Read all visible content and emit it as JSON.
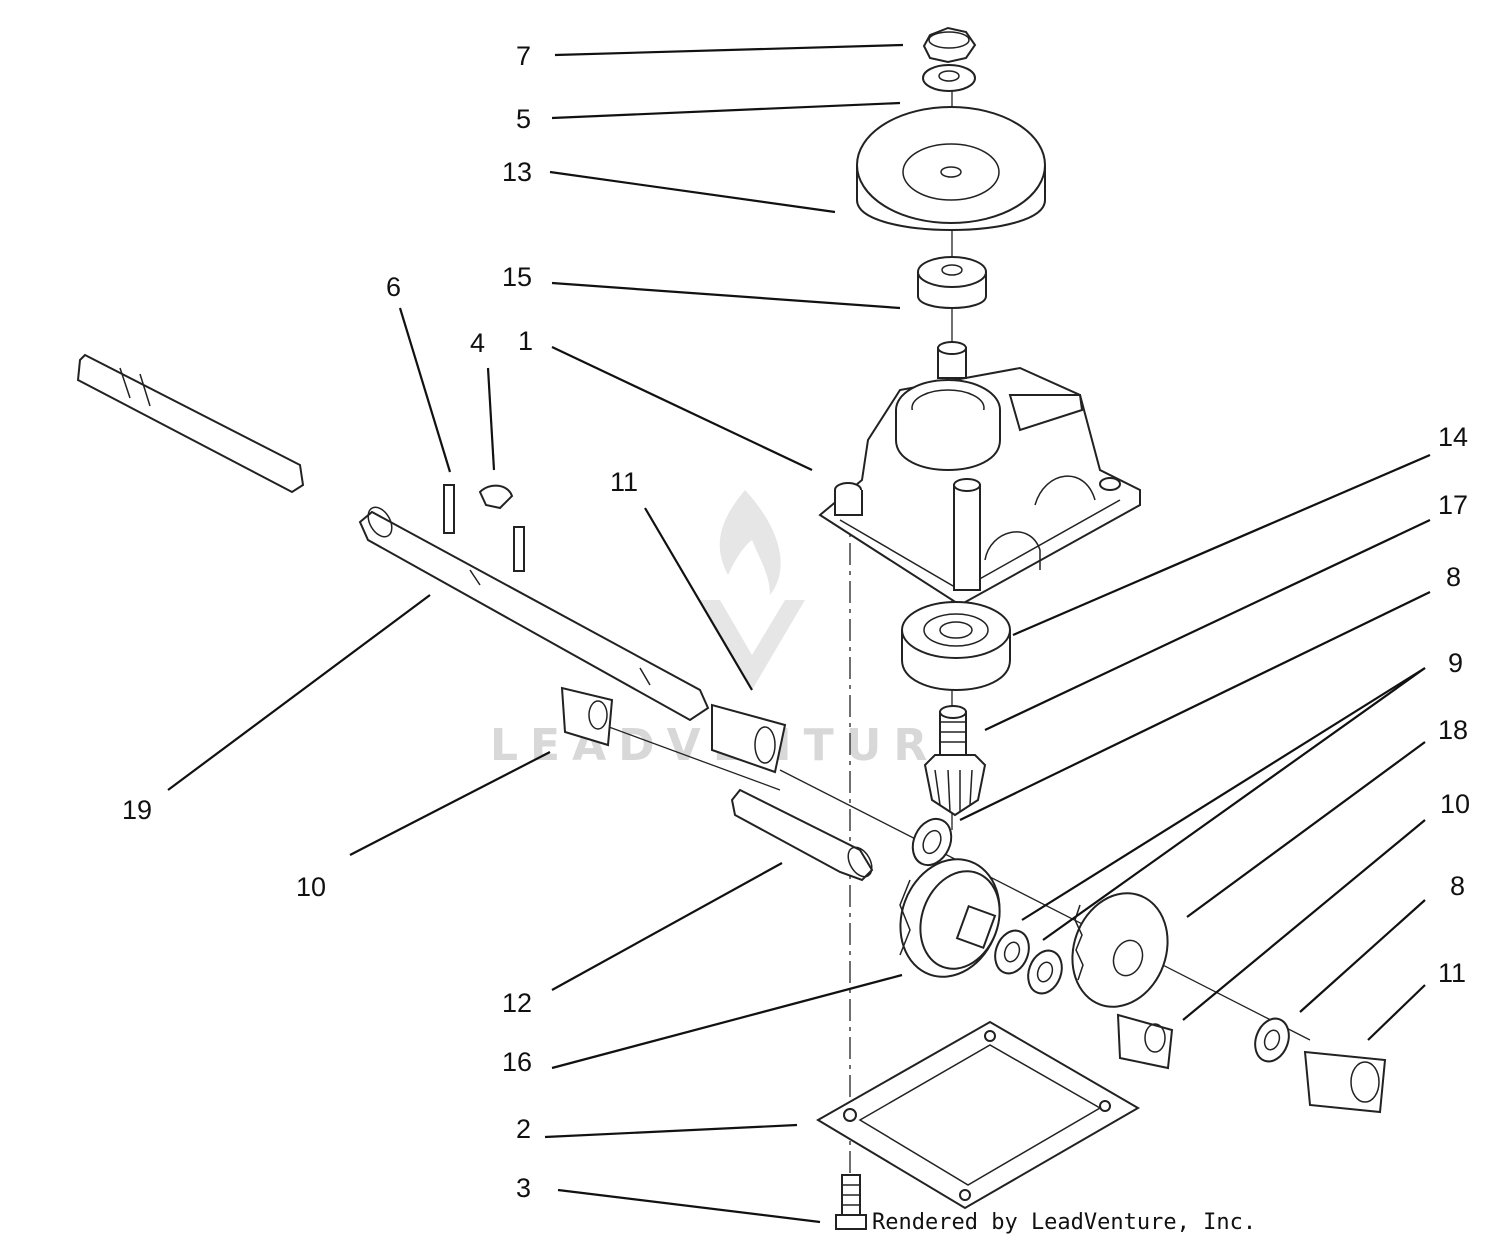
{
  "watermark": {
    "text": "LEADVENTURE"
  },
  "credit": {
    "text": "Rendered by LeadVenture, Inc."
  },
  "callouts": [
    {
      "id": "c7",
      "label": "7"
    },
    {
      "id": "c5",
      "label": "5"
    },
    {
      "id": "c13",
      "label": "13"
    },
    {
      "id": "c15",
      "label": "15"
    },
    {
      "id": "c6",
      "label": "6"
    },
    {
      "id": "c4",
      "label": "4"
    },
    {
      "id": "c1",
      "label": "1"
    },
    {
      "id": "c11a",
      "label": "11"
    },
    {
      "id": "c14",
      "label": "14"
    },
    {
      "id": "c17",
      "label": "17"
    },
    {
      "id": "c8a",
      "label": "8"
    },
    {
      "id": "c9",
      "label": "9"
    },
    {
      "id": "c18",
      "label": "18"
    },
    {
      "id": "c10a",
      "label": "10"
    },
    {
      "id": "c8b",
      "label": "8"
    },
    {
      "id": "c11b",
      "label": "11"
    },
    {
      "id": "c19",
      "label": "19"
    },
    {
      "id": "c10b",
      "label": "10"
    },
    {
      "id": "c12",
      "label": "12"
    },
    {
      "id": "c16",
      "label": "16"
    },
    {
      "id": "c2",
      "label": "2"
    },
    {
      "id": "c3",
      "label": "3"
    }
  ]
}
